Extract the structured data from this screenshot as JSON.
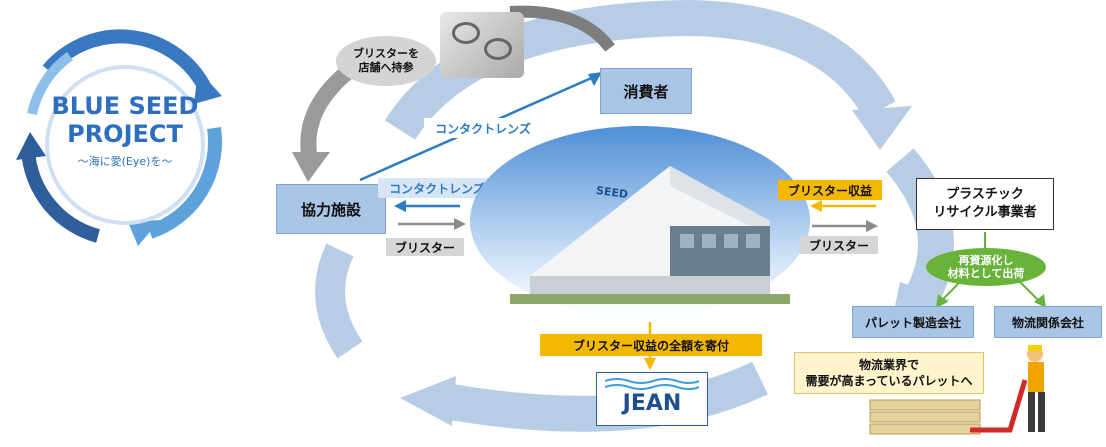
{
  "logo": {
    "line1": "BLUE SEED",
    "line2": "PROJECT",
    "subtitle": "〜海に愛(Eye)を〜"
  },
  "bubble": {
    "line1": "ブリスターを",
    "line2": "店舗へ持参"
  },
  "nodes": {
    "consumer": "消費者",
    "facility": "協力施設",
    "recycler_line1": "プラスチック",
    "recycler_line2": "リサイクル事業者",
    "pallet_maker": "パレット製造会社",
    "logistics": "物流関係会社",
    "jean_logo": "JEAN",
    "building_sign": "SEED"
  },
  "labels": {
    "contact_lens_upper": "コンタクトレンズ",
    "contact_lens_lower": "コンタクトレンズ",
    "blister_left": "ブリスター",
    "blister_right": "ブリスター",
    "blister_revenue": "ブリスター収益",
    "donation": "ブリスター収益の全額を寄付",
    "recycle_line1": "再資源化し",
    "recycle_line2": "材料として出荷",
    "pallet_line1": "物流業界で",
    "pallet_line2": "需要が高まっているパレットへ"
  },
  "colors": {
    "cycle_arrow": "#b7cde6",
    "node_blue": "#a9c5e6",
    "accent_blue": "#2b7cc0",
    "yellow": "#f5b800",
    "green": "#69b33a",
    "gray_arrow": "#9a9a9a"
  }
}
